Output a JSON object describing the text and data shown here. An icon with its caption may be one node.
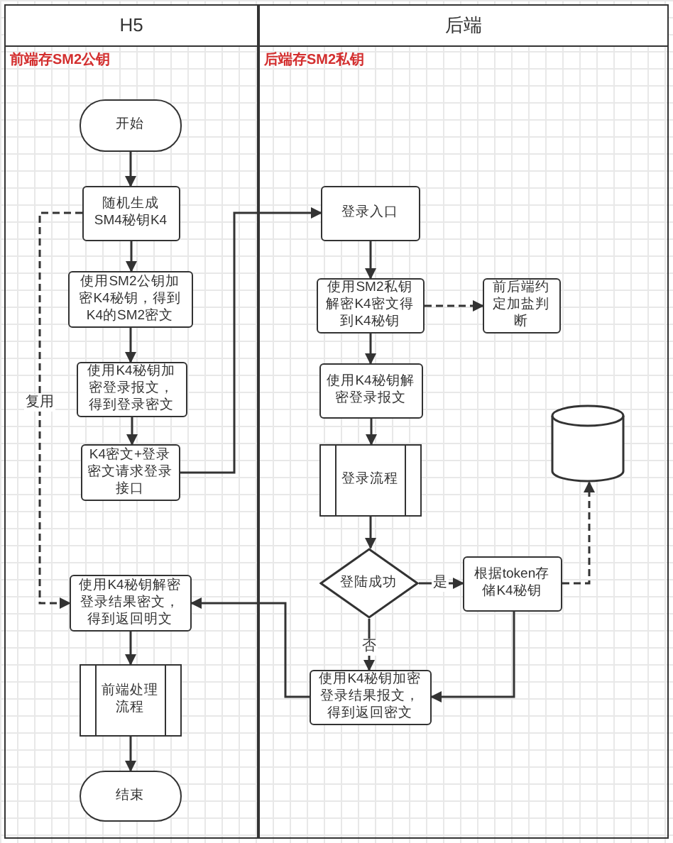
{
  "diagram": {
    "nodes": [
      {
        "text": [
          "H5",
          "前端存SM2公钥"
        ]
      },
      {
        "text": [
          "后端",
          "后端存SM2私钥"
        ]
      },
      {
        "text": [
          "开始"
        ],
        "in": 0
      },
      {
        "text": [
          "随机生成SM4秘钥K4"
        ],
        "in": 0
      },
      {
        "text": [
          "使用SM2公钥加密K4秘钥，得到K4的SM2密文"
        ],
        "in": 0
      },
      {
        "text": [
          "使用K4秘钥加密登录报文，得到登录密文"
        ],
        "in": 0
      },
      {
        "text": [
          "K4密文+登录密文请求登录接口"
        ],
        "in": 0
      },
      {
        "text": [
          "使用K4秘钥解密登录结果密文，得到返回明文"
        ],
        "in": 0
      },
      {
        "text": [
          "前端处理流程"
        ],
        "in": 0
      },
      {
        "text": [
          "结束"
        ],
        "in": 0
      },
      {
        "text": [
          "登录入口"
        ],
        "in": 1
      },
      {
        "text": [
          "使用SM2私钥解密K4密文得到K4秘钥"
        ],
        "in": 1
      },
      {
        "text": [
          "前后端约定加盐判断"
        ],
        "in": 1
      },
      {
        "text": [
          "使用K4秘钥解密登录报文"
        ],
        "in": 1
      },
      {
        "text": [
          "登录流程"
        ],
        "in": 1
      },
      {
        "text": [
          "登陆成功"
        ],
        "in": 1
      },
      {
        "text": [
          "根据token存储K4秘钥"
        ],
        "in": 1
      },
      {
        "text": [],
        "shape": "cylinder",
        "in": 1
      },
      {
        "text": [
          "使用K4秘钥加密登录结果报文，得到返回密文"
        ],
        "in": 1
      }
    ],
    "edges": [
      {
        "from": 2,
        "to": 3,
        "arrow": "to"
      },
      {
        "from": 3,
        "to": 4,
        "arrow": "to"
      },
      {
        "from": 4,
        "to": 5,
        "arrow": "to"
      },
      {
        "from": 5,
        "to": 6,
        "arrow": "to"
      },
      {
        "from": 6,
        "to": 10,
        "arrow": "to"
      },
      {
        "from": 10,
        "to": 11,
        "arrow": "to"
      },
      {
        "from": 11,
        "to": 12,
        "arrow": "to",
        "style": "dashed"
      },
      {
        "from": 11,
        "to": 13,
        "arrow": "to"
      },
      {
        "from": 13,
        "to": 14,
        "arrow": "to"
      },
      {
        "from": 14,
        "to": 15,
        "arrow": "to"
      },
      {
        "from": 15,
        "to": 16,
        "arrow": "to",
        "label": "是"
      },
      {
        "from": 16,
        "to": 17,
        "arrow": "to",
        "style": "dashed"
      },
      {
        "from": 15,
        "to": 18,
        "arrow": "to",
        "label": "否"
      },
      {
        "from": 16,
        "to": 18,
        "arrow": "to"
      },
      {
        "from": 18,
        "to": 7,
        "arrow": "to"
      },
      {
        "from": 3,
        "to": 7,
        "arrow": "to",
        "style": "dashed",
        "label": "复用"
      },
      {
        "from": 7,
        "to": 8,
        "arrow": "to"
      },
      {
        "from": 8,
        "to": 9,
        "arrow": "to"
      }
    ]
  }
}
